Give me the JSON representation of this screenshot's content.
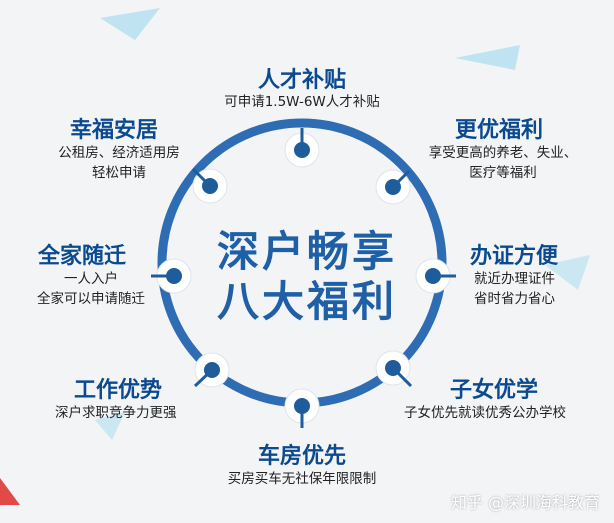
{
  "center": {
    "line1": "深户畅享",
    "line2": "八大福利"
  },
  "benefits": [
    {
      "title": "人才补贴",
      "desc": [
        "可申请1.5W-6W人才补贴"
      ]
    },
    {
      "title": "更优福利",
      "desc": [
        "享受更高的养老、失业、",
        "医疗等福利"
      ]
    },
    {
      "title": "办证方便",
      "desc": [
        "就近办理证件",
        "省时省力省心"
      ]
    },
    {
      "title": "子女优学",
      "desc": [
        "子女优先就读优秀公办学校"
      ]
    },
    {
      "title": "车房优先",
      "desc": [
        "买房买车无社保年限限制"
      ]
    },
    {
      "title": "工作优势",
      "desc": [
        "深户求职竞争力更强"
      ]
    },
    {
      "title": "全家随迁",
      "desc": [
        "一人入户",
        "全家可以申请随迁"
      ]
    },
    {
      "title": "幸福安居",
      "desc": [
        "公租房、经济适用房",
        "轻松申请"
      ]
    }
  ],
  "watermark": "知乎 @深圳海科教育",
  "colors": {
    "ring": "#2e6db3",
    "title": "#0b4a8f",
    "center_text": "#1f5fa6",
    "accent_red": "#e24a4a",
    "accent_cyan": "#7fd3e8"
  }
}
